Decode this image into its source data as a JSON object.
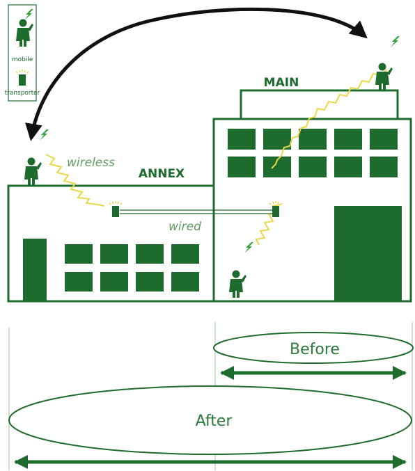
{
  "colors": {
    "green_dark": "#1e6b2e",
    "green_mid": "#2c7a3a",
    "green_light": "#5f9e5f",
    "zigzag": "#e8d84a",
    "arrow": "#111111",
    "background": "#ffffff"
  },
  "legend": {
    "mobile_label": "mobile",
    "transporter_label": "transporter"
  },
  "buildings": {
    "main_label": "MAIN",
    "annex_label": "ANNEX"
  },
  "links": {
    "wireless_label": "wireless",
    "wired_label": "wired"
  },
  "coverage": {
    "before_label": "Before",
    "after_label": "After"
  },
  "icons": [
    "person-icon",
    "lightning-icon",
    "transporter-icon",
    "curved-arrow-icon"
  ]
}
